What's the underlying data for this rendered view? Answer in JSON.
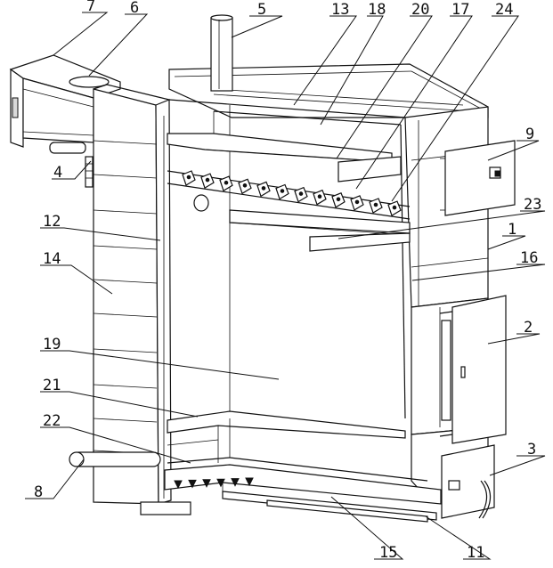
{
  "diagram": {
    "labels": {
      "l1": "1",
      "l2": "2",
      "l3": "3",
      "l4": "4",
      "l5": "5",
      "l6": "6",
      "l7": "7",
      "l8": "8",
      "l9": "9",
      "l11": "11",
      "l12": "12",
      "l13": "13",
      "l14": "14",
      "l15": "15",
      "l16": "16",
      "l17": "17",
      "l18": "18",
      "l19": "19",
      "l20": "20",
      "l21": "21",
      "l22": "22",
      "l23": "23",
      "l24": "24"
    }
  }
}
